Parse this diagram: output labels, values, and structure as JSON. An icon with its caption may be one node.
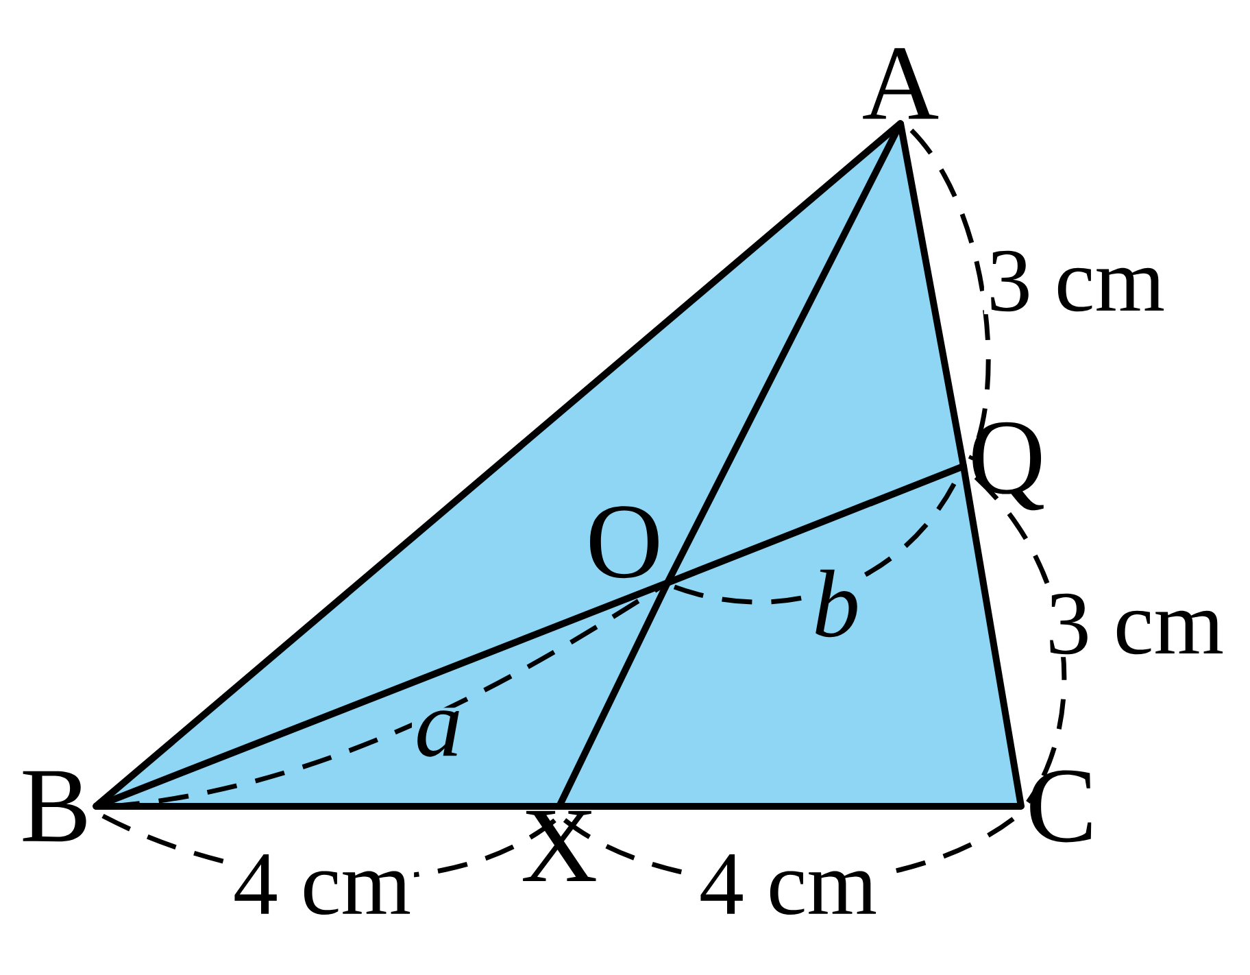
{
  "diagram": {
    "nodes": [
      {
        "text": [
          "A"
        ]
      },
      {
        "text": [
          "B"
        ]
      },
      {
        "text": [
          "C"
        ]
      },
      {
        "text": [
          "O"
        ]
      },
      {
        "text": [
          "Q"
        ]
      },
      {
        "text": [
          "X"
        ]
      }
    ],
    "edges": [
      {
        "from": 0,
        "to": 1,
        "arrow": "none"
      },
      {
        "from": 1,
        "to": 5,
        "arrow": "none"
      },
      {
        "from": 5,
        "to": 2,
        "arrow": "none"
      },
      {
        "from": 2,
        "to": 4,
        "arrow": "none"
      },
      {
        "from": 4,
        "to": 0,
        "arrow": "none"
      },
      {
        "from": 0,
        "to": 3,
        "arrow": "none"
      },
      {
        "from": 3,
        "to": 5,
        "arrow": "none"
      },
      {
        "from": 1,
        "to": 3,
        "arrow": "none"
      },
      {
        "from": 3,
        "to": 4,
        "arrow": "none"
      }
    ],
    "labels": [
      "3 cm",
      "3 cm",
      "a",
      "b",
      "4 cm",
      "4 cm"
    ]
  }
}
